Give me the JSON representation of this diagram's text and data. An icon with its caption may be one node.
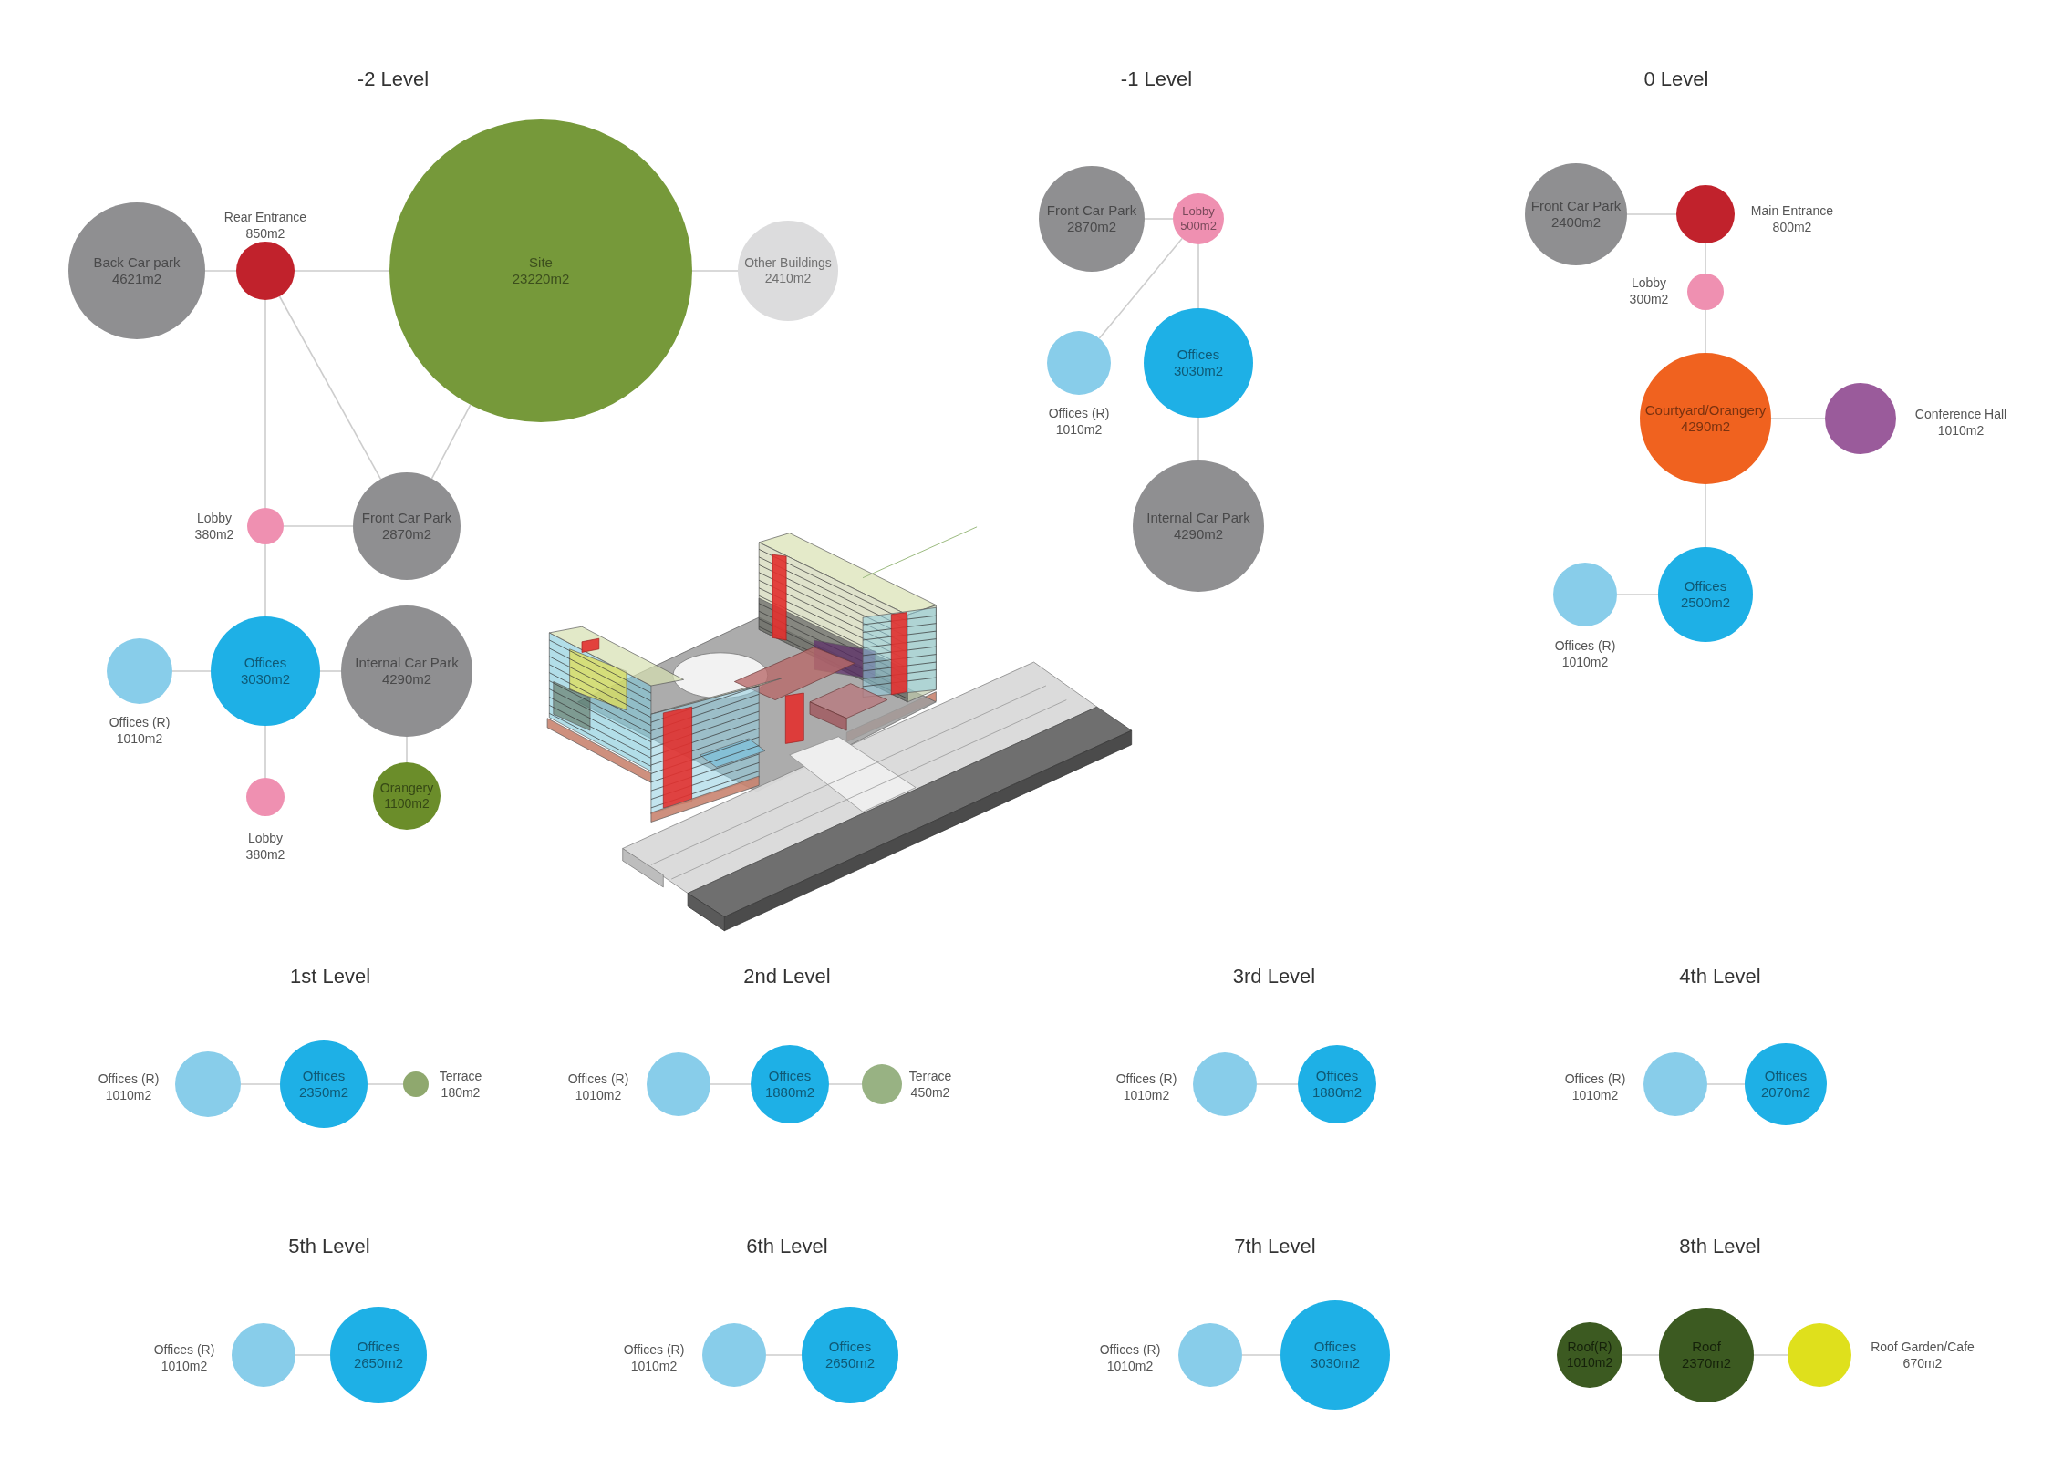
{
  "diagram": {
    "nodes": [
      {
        "text": [
          "Back Car park",
          "4621m2"
        ]
      },
      {
        "text": [],
        "shape": "circle",
        "beside": [
          "Rear Entrance",
          "850m2"
        ]
      },
      {
        "text": [
          "Site",
          "23220m2"
        ]
      },
      {
        "text": [
          "Other Buildings",
          "2410m2"
        ]
      },
      {
        "text": [],
        "shape": "circle",
        "beside": [
          "Lobby",
          "380m2"
        ]
      },
      {
        "text": [
          "Front Car Park",
          "2870m2"
        ]
      },
      {
        "text": [],
        "shape": "circle",
        "beside": [
          "Offices (R)",
          "1010m2"
        ]
      },
      {
        "text": [
          "Offices",
          "3030m2"
        ]
      },
      {
        "text": [
          "Internal Car Park",
          "4290m2"
        ]
      },
      {
        "text": [],
        "shape": "circle",
        "beside": [
          "Lobby",
          "380m2"
        ]
      },
      {
        "text": [
          "Orangery",
          "1100m2"
        ]
      },
      {
        "text": [
          "Front Car Park",
          "2870m2"
        ]
      },
      {
        "text": [
          "Lobby",
          "500m2"
        ]
      },
      {
        "text": [],
        "shape": "circle",
        "beside": [
          "Offices (R)",
          "1010m2"
        ]
      },
      {
        "text": [
          "Offices",
          "3030m2"
        ]
      },
      {
        "text": [
          "Internal Car Park",
          "4290m2"
        ]
      },
      {
        "text": [
          "Front Car Park",
          "2400m2"
        ]
      },
      {
        "text": [],
        "shape": "circle",
        "beside": [
          "Main Entrance",
          "800m2"
        ]
      },
      {
        "text": [],
        "shape": "circle",
        "beside": [
          "Lobby",
          "300m2"
        ]
      },
      {
        "text": [
          "Courtyard/Orangery",
          "4290m2"
        ]
      },
      {
        "text": [],
        "shape": "circle",
        "beside": [
          "Conference Hall",
          "1010m2"
        ]
      },
      {
        "text": [],
        "shape": "circle",
        "beside": [
          "Offices (R)",
          "1010m2"
        ]
      },
      {
        "text": [
          "Offices",
          "2500m2"
        ]
      },
      {
        "text": [],
        "shape": "circle",
        "beside": [
          "Offices (R)",
          "1010m2"
        ]
      },
      {
        "text": [
          "Offices",
          "2350m2"
        ]
      },
      {
        "text": [],
        "shape": "circle",
        "beside": [
          "Terrace",
          "180m2"
        ]
      },
      {
        "text": [],
        "shape": "circle",
        "beside": [
          "Offices (R)",
          "1010m2"
        ]
      },
      {
        "text": [
          "Offices",
          "1880m2"
        ]
      },
      {
        "text": [],
        "shape": "circle",
        "beside": [
          "Terrace",
          "450m2"
        ]
      },
      {
        "text": [],
        "shape": "circle",
        "beside": [
          "Offices (R)",
          "1010m2"
        ]
      },
      {
        "text": [
          "Offices",
          "1880m2"
        ]
      },
      {
        "text": [],
        "shape": "circle",
        "beside": [
          "Offices (R)",
          "1010m2"
        ]
      },
      {
        "text": [
          "Offices",
          "2070m2"
        ]
      },
      {
        "text": [],
        "shape": "circle",
        "beside": [
          "Offices (R)",
          "1010m2"
        ]
      },
      {
        "text": [
          "Offices",
          "2650m2"
        ]
      },
      {
        "text": [],
        "shape": "circle",
        "beside": [
          "Offices (R)",
          "1010m2"
        ]
      },
      {
        "text": [
          "Offices",
          "2650m2"
        ]
      },
      {
        "text": [],
        "shape": "circle",
        "beside": [
          "Offices (R)",
          "1010m2"
        ]
      },
      {
        "text": [
          "Offices",
          "3030m2"
        ]
      },
      {
        "text": [
          "Roof(R)",
          "1010m2"
        ]
      },
      {
        "text": [
          "Roof",
          "2370m2"
        ]
      },
      {
        "text": [],
        "shape": "circle",
        "beside": [
          "Roof Garden/Cafe",
          "670m2"
        ]
      }
    ],
    "edges": [
      {
        "from": 0,
        "to": 1,
        "arrow": "none"
      },
      {
        "from": 1,
        "to": 2,
        "arrow": "none"
      },
      {
        "from": 2,
        "to": 3,
        "arrow": "none"
      },
      {
        "from": 1,
        "to": 4,
        "arrow": "none"
      },
      {
        "from": 1,
        "to": 5,
        "arrow": "none"
      },
      {
        "from": 2,
        "to": 5,
        "arrow": "none"
      },
      {
        "from": 4,
        "to": 5,
        "arrow": "none"
      },
      {
        "from": 4,
        "to": 7,
        "arrow": "none"
      },
      {
        "from": 6,
        "to": 7,
        "arrow": "none"
      },
      {
        "from": 7,
        "to": 8,
        "arrow": "none"
      },
      {
        "from": 7,
        "to": 9,
        "arrow": "none"
      },
      {
        "from": 8,
        "to": 10,
        "arrow": "none"
      },
      {
        "from": 11,
        "to": 12,
        "arrow": "none"
      },
      {
        "from": 12,
        "to": 13,
        "arrow": "none"
      },
      {
        "from": 12,
        "to": 14,
        "arrow": "none"
      },
      {
        "from": 14,
        "to": 15,
        "arrow": "none"
      },
      {
        "from": 16,
        "to": 17,
        "arrow": "none"
      },
      {
        "from": 17,
        "to": 18,
        "arrow": "none"
      },
      {
        "from": 18,
        "to": 19,
        "arrow": "none"
      },
      {
        "from": 19,
        "to": 20,
        "arrow": "none"
      },
      {
        "from": 19,
        "to": 22,
        "arrow": "none"
      },
      {
        "from": 21,
        "to": 22,
        "arrow": "none"
      },
      {
        "from": 23,
        "to": 24,
        "arrow": "none"
      },
      {
        "from": 24,
        "to": 25,
        "arrow": "none"
      },
      {
        "from": 26,
        "to": 27,
        "arrow": "none"
      },
      {
        "from": 27,
        "to": 28,
        "arrow": "none"
      },
      {
        "from": 29,
        "to": 30,
        "arrow": "none"
      },
      {
        "from": 31,
        "to": 32,
        "arrow": "none"
      },
      {
        "from": 33,
        "to": 34,
        "arrow": "none"
      },
      {
        "from": 35,
        "to": 36,
        "arrow": "none"
      },
      {
        "from": 37,
        "to": 38,
        "arrow": "none"
      },
      {
        "from": 39,
        "to": 40,
        "arrow": "none"
      },
      {
        "from": 40,
        "to": 41,
        "arrow": "none"
      }
    ],
    "labels": [
      "-2 Level",
      "-1 Level",
      "0 Level",
      "1st Level",
      "2nd Level",
      "3rd Level",
      "4th Level",
      "5th Level",
      "6th Level",
      "7th Level",
      "8th Level"
    ]
  }
}
